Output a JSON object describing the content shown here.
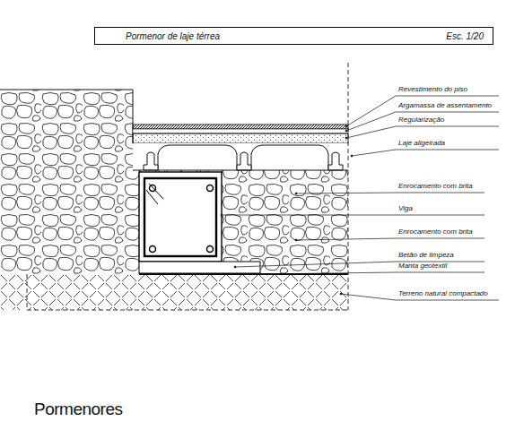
{
  "diagram": {
    "title": "Pormenores",
    "nodes": [
      {
        "text": [
          "Pormenor de laje térrea",
          "Esc. 1/20"
        ]
      }
    ],
    "labels": [
      "Revestimento do piso",
      "Argamassa de assentamento",
      "Regularização",
      "Laje aligeirada",
      "Enrocamento com brita",
      "Viga",
      "Enrocamento com brita",
      "Betão de limpeza",
      "Manta geotextil",
      "Terreno natural compactado"
    ]
  }
}
